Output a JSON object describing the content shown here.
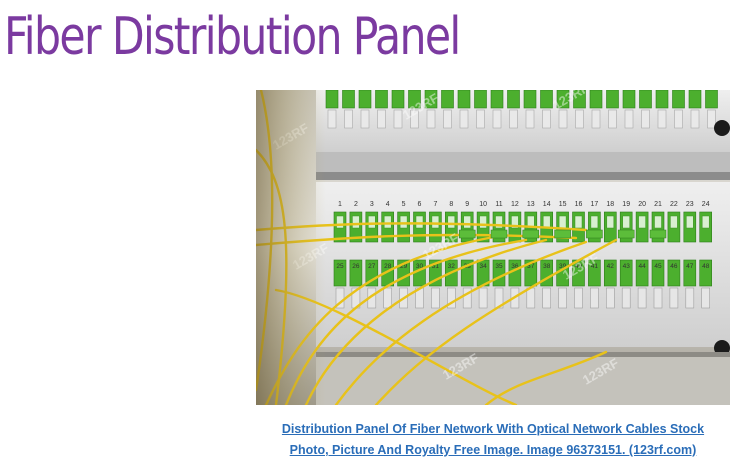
{
  "page": {
    "title": "Fiber Distribution Panel",
    "title_color": "#7b3aa0"
  },
  "image": {
    "watermark": "123RF",
    "port_numbers_top": [
      "1",
      "2",
      "3",
      "4",
      "5",
      "6",
      "7",
      "8",
      "9",
      "10",
      "11",
      "12",
      "13",
      "14",
      "15",
      "16",
      "17",
      "18",
      "19",
      "20",
      "21",
      "22",
      "23",
      "24"
    ],
    "port_numbers_bottom": [
      "25",
      "26",
      "27",
      "28",
      "29",
      "30",
      "31",
      "32",
      "33",
      "34",
      "35",
      "36",
      "37",
      "38",
      "39",
      "40",
      "41",
      "42",
      "43",
      "44",
      "45",
      "46",
      "47",
      "48"
    ],
    "colors": {
      "connector_green": "#4caf2e",
      "panel_grey": "#dcdcdc",
      "cable_yellow": "#e8c21a"
    }
  },
  "caption": {
    "line1": "Distribution Panel Of Fiber Network With Optical Network Cables Stock",
    "line2": "Photo, Picture And Royalty Free Image. Image 96373151. (123rf.com)",
    "link_color": "#2a6db8"
  }
}
